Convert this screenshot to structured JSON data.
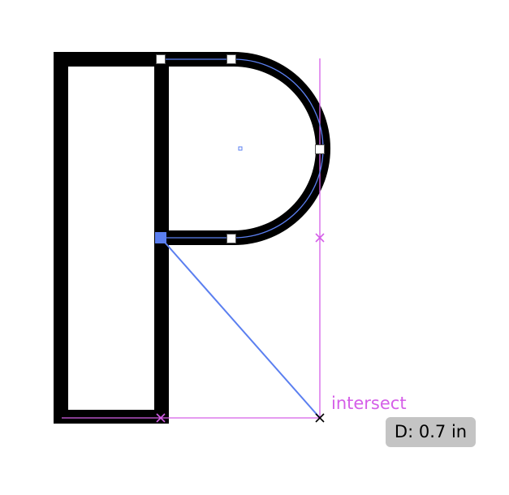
{
  "smart_guide": {
    "label": "intersect"
  },
  "tooltip": {
    "prefix": "D:",
    "value": 0.7,
    "unit": "in"
  },
  "colors": {
    "shape_fill": "#000000",
    "path_stroke": "#5b7ff0",
    "anchor_fill": "#ffffff",
    "anchor_selected_fill": "#5b7ff0",
    "smart_guide": "#d55fe8",
    "tooltip_bg": "#c4c4c4",
    "tooltip_text": "#000000",
    "cursor": "#000000"
  },
  "icons": {
    "guide_marker": "x-mark-icon",
    "cursor": "crosshair-icon",
    "center_point": "center-point-icon"
  }
}
